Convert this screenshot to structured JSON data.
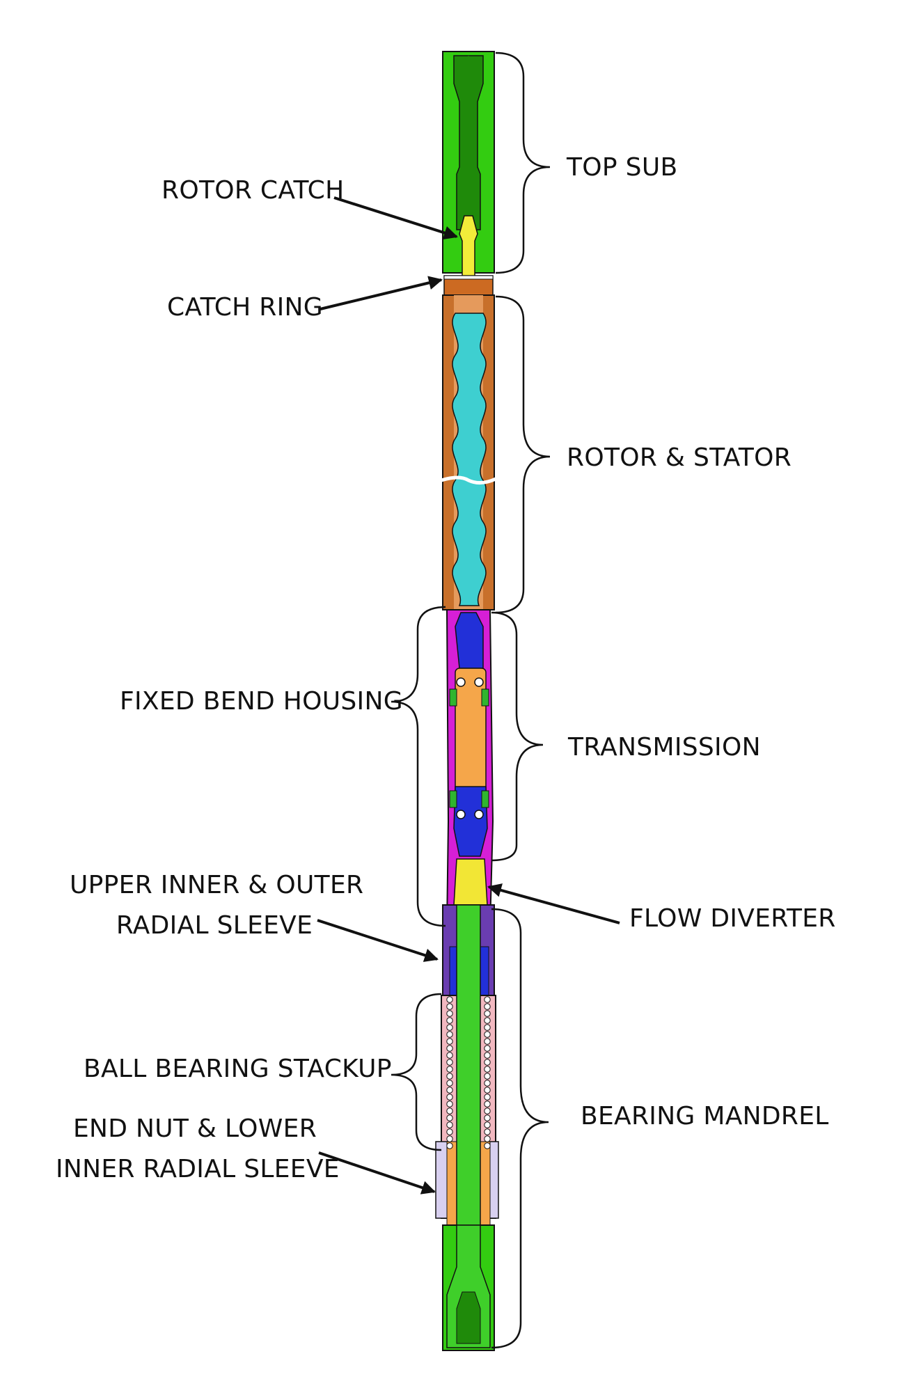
{
  "labels": {
    "top_sub": "TOP SUB",
    "rotor_catch": "ROTOR CATCH",
    "catch_ring": "CATCH RING",
    "rotor_stator": "ROTOR & STATOR",
    "fixed_bend_housing": "FIXED BEND HOUSING",
    "transmission": "TRANSMISSION",
    "upper_radial_sleeve_line1": "UPPER INNER & OUTER",
    "upper_radial_sleeve_line2": "RADIAL SLEEVE",
    "flow_diverter": "FLOW DIVERTER",
    "ball_bearing_stackup": "BALL BEARING STACKUP",
    "bearing_mandrel": "BEARING MANDREL",
    "end_nut_line1": "END NUT  & LOWER",
    "end_nut_line2": "INNER RADIAL SLEEVE"
  },
  "colors": {
    "top_sub": "#33cc11",
    "top_sub_dark": "#1f8a0a",
    "rotor_catch": "#f2ec3a",
    "catch_ring": "#cc6a22",
    "stator_housing": "#c8702b",
    "rotor": "#3ecfd0",
    "bend_housing": "#d61fd6",
    "transmission": "#f5a64a",
    "transmission_coupling": "#2230d8",
    "flow_diverter": "#f2e635",
    "bearing_mandrel": "#3fcf2a",
    "bearing_housing": "#f2b8c0",
    "end_nut": "#d8d0f0",
    "ball": "#ffffff",
    "outline": "#111111"
  }
}
